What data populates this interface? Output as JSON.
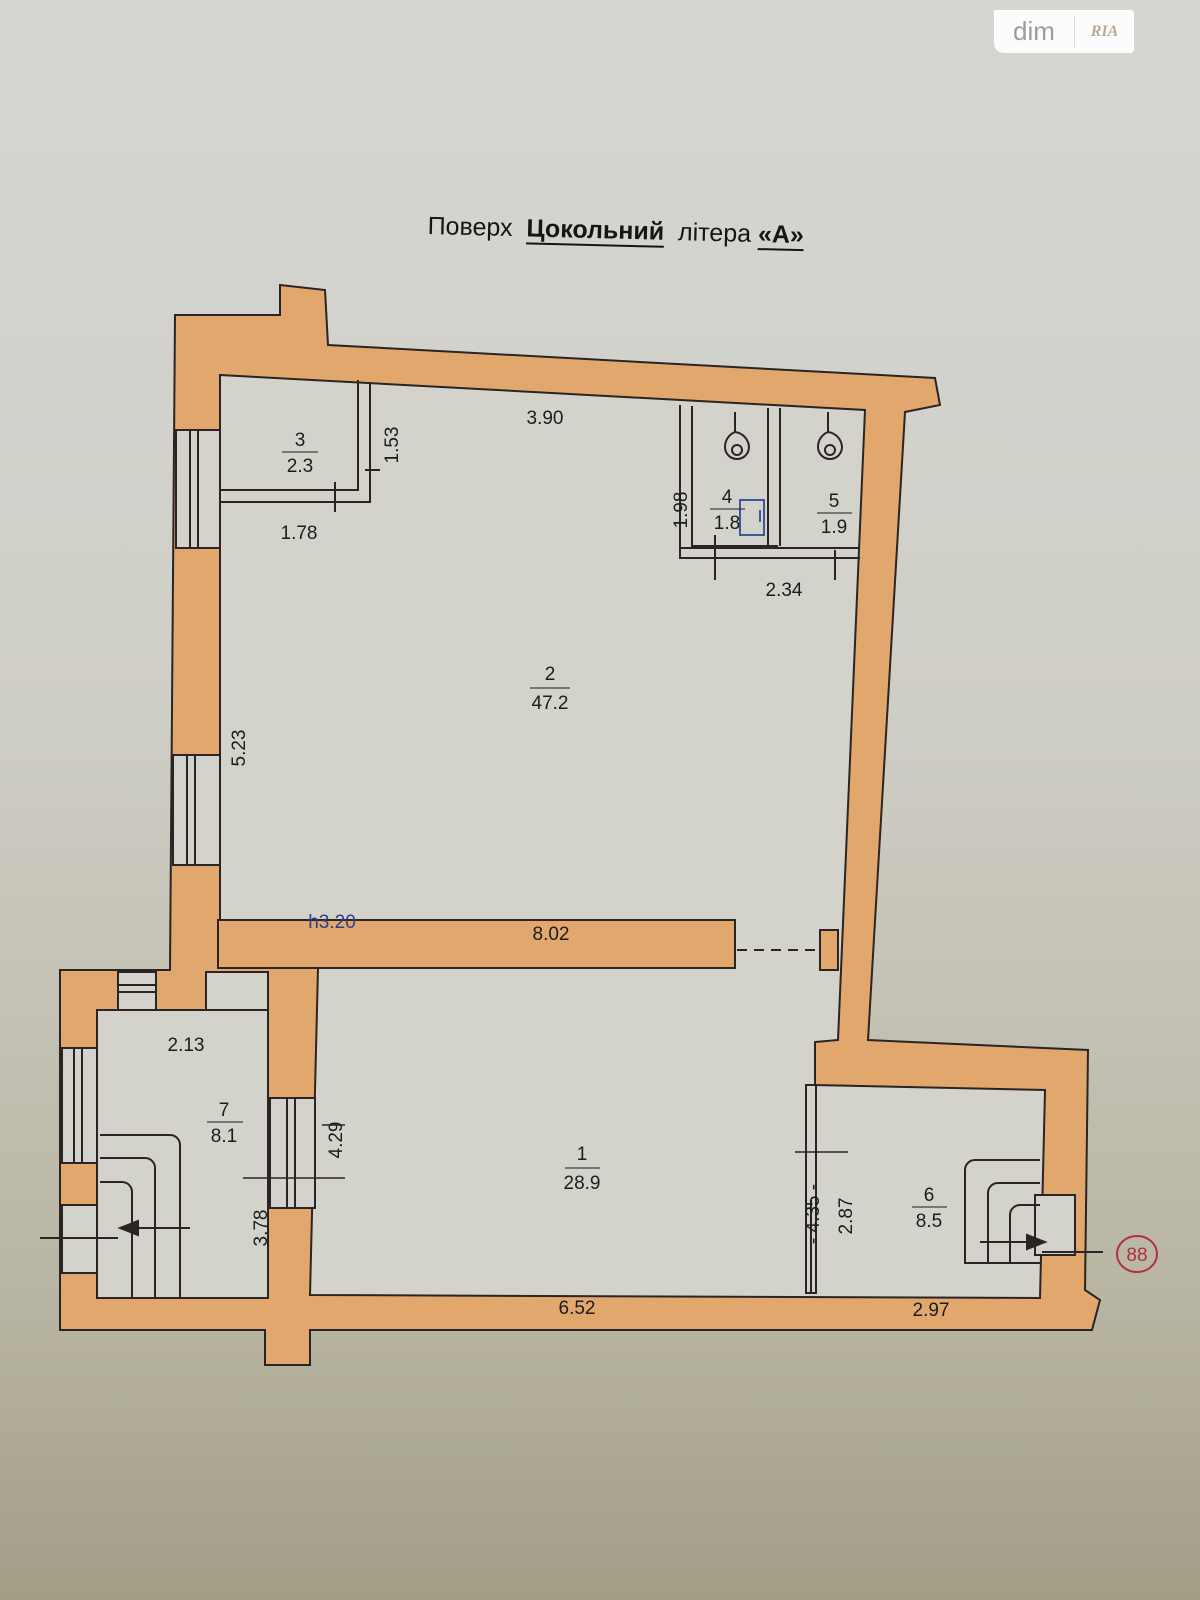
{
  "watermark": {
    "brand": "dim",
    "logo": "RIA"
  },
  "title": {
    "prefix": "Поверх",
    "floor": "Цокольний",
    "mid": "літера",
    "letter": "«А»"
  },
  "colors": {
    "wall": "#e2a76c",
    "room": "#d3d2cb",
    "line": "#2a2424",
    "marker": "#b03040",
    "height": "#2c3f8c"
  },
  "rooms": [
    {
      "number": "1",
      "area": "28.9"
    },
    {
      "number": "2",
      "area": "47.2"
    },
    {
      "number": "3",
      "area": "2.3"
    },
    {
      "number": "4",
      "area": "1.8"
    },
    {
      "number": "5",
      "area": "1.9"
    },
    {
      "number": "6",
      "area": "8.5"
    },
    {
      "number": "7",
      "area": "8.1"
    }
  ],
  "dimensions": {
    "d390": "3.90",
    "d153": "1.53",
    "d178": "1.78",
    "d198": "1.98",
    "d234": "2.34",
    "d523": "5.23",
    "d802": "8.02",
    "d213": "2.13",
    "d429": "4.29",
    "d378": "3.78",
    "d652": "6.52",
    "d435": "- 4.35 -",
    "d287": "2.87",
    "d297": "2.97"
  },
  "ceiling_height": "h3.20",
  "marker": "88"
}
